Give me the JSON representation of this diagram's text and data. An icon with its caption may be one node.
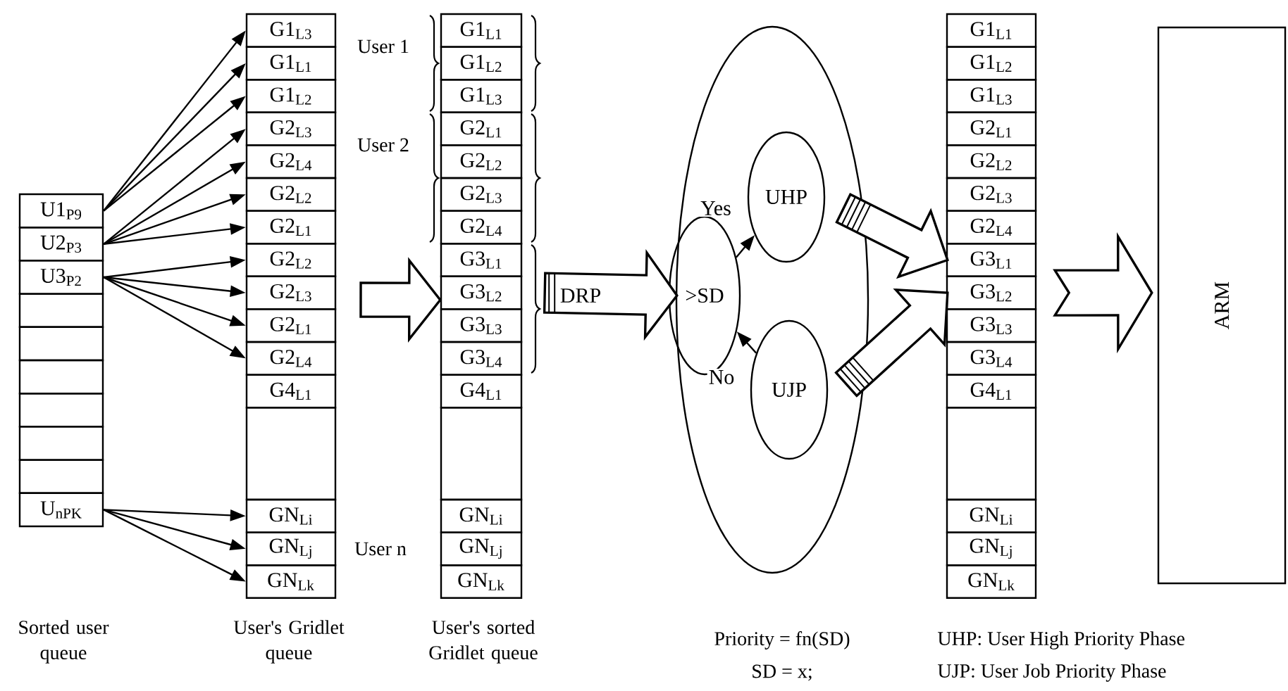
{
  "diagram": {
    "nodes": [
      {
        "text": [
          "U1$_{P9}$"
        ]
      },
      {
        "text": [
          "U2$_{P3}$"
        ]
      },
      {
        "text": [
          "U3$_{P2}$"
        ]
      },
      {
        "text": [],
        "shape": "box"
      },
      {
        "text": [],
        "shape": "box"
      },
      {
        "text": [],
        "shape": "box"
      },
      {
        "text": [],
        "shape": "box"
      },
      {
        "text": [],
        "shape": "box"
      },
      {
        "text": [],
        "shape": "box"
      },
      {
        "text": [
          "U$_{nPK}$"
        ]
      },
      {
        "text": [
          "G1$_{L3}$"
        ]
      },
      {
        "text": [
          "G1$_{L1}$"
        ]
      },
      {
        "text": [
          "G1$_{L2}$"
        ]
      },
      {
        "text": [
          "G2$_{L3}$"
        ]
      },
      {
        "text": [
          "G2$_{L4}$"
        ]
      },
      {
        "text": [
          "G2$_{L2}$"
        ]
      },
      {
        "text": [
          "G2$_{L1}$"
        ]
      },
      {
        "text": [
          "G2$_{L2}$"
        ]
      },
      {
        "text": [
          "G2$_{L3}$"
        ]
      },
      {
        "text": [
          "G2$_{L1}$"
        ]
      },
      {
        "text": [
          "G2$_{L4}$"
        ]
      },
      {
        "text": [
          "G4$_{L1}$"
        ]
      },
      {
        "text": [],
        "shape": "box"
      },
      {
        "text": [
          "GN$_{Li}$"
        ]
      },
      {
        "text": [
          "GN$_{Lj}$"
        ]
      },
      {
        "text": [
          "GN$_{Lk}$"
        ]
      },
      {
        "text": [
          "G1$_{L1}$"
        ]
      },
      {
        "text": [
          "G1$_{L2}$"
        ]
      },
      {
        "text": [
          "G1$_{L3}$"
        ]
      },
      {
        "text": [
          "G2$_{L1}$"
        ]
      },
      {
        "text": [
          "G2$_{L2}$"
        ]
      },
      {
        "text": [
          "G2$_{L3}$"
        ]
      },
      {
        "text": [
          "G2$_{L4}$"
        ]
      },
      {
        "text": [
          "G3$_{L1}$"
        ]
      },
      {
        "text": [
          "G3$_{L2}$"
        ]
      },
      {
        "text": [
          "G3$_{L3}$"
        ]
      },
      {
        "text": [
          "G3$_{L4}$"
        ]
      },
      {
        "text": [
          "G4$_{L1}$"
        ]
      },
      {
        "text": [],
        "shape": "box"
      },
      {
        "text": [
          "GN$_{Li}$"
        ]
      },
      {
        "text": [
          "GN$_{Lj}$"
        ]
      },
      {
        "text": [
          "GN$_{Lk}$"
        ]
      },
      {
        "text": [],
        "shape": "ellipse"
      },
      {
        "text": [
          ">SD"
        ],
        "in": 42
      },
      {
        "text": [
          "UHP"
        ],
        "in": 42
      },
      {
        "text": [
          "UJP"
        ],
        "in": 42
      },
      {
        "text": [
          "G1$_{L1}$"
        ]
      },
      {
        "text": [
          "G1$_{L2}$"
        ]
      },
      {
        "text": [
          "G1$_{L3}$"
        ]
      },
      {
        "text": [
          "G2$_{L1}$"
        ]
      },
      {
        "text": [
          "G2$_{L2}$"
        ]
      },
      {
        "text": [
          "G2$_{L3}$"
        ]
      },
      {
        "text": [
          "G2$_{L4}$"
        ]
      },
      {
        "text": [
          "G3$_{L1}$"
        ]
      },
      {
        "text": [
          "G3$_{L2}$"
        ]
      },
      {
        "text": [
          "G3$_{L3}$"
        ]
      },
      {
        "text": [
          "G3$_{L4}$"
        ]
      },
      {
        "text": [
          "G4$_{L1}$"
        ]
      },
      {
        "text": [],
        "shape": "box"
      },
      {
        "text": [
          "GN$_{Li}$"
        ]
      },
      {
        "text": [
          "GN$_{Lj}$"
        ]
      },
      {
        "text": [
          "GN$_{Lk}$"
        ]
      },
      {
        "text": [
          "ARM"
        ]
      }
    ],
    "edges": [
      {
        "from": 0,
        "to": 10,
        "arrow": "to"
      },
      {
        "from": 0,
        "to": 11,
        "arrow": "to"
      },
      {
        "from": 0,
        "to": 12,
        "arrow": "to"
      },
      {
        "from": 1,
        "to": 13,
        "arrow": "to"
      },
      {
        "from": 1,
        "to": 14,
        "arrow": "to"
      },
      {
        "from": 1,
        "to": 15,
        "arrow": "to"
      },
      {
        "from": 1,
        "to": 16,
        "arrow": "to"
      },
      {
        "from": 2,
        "to": 17,
        "arrow": "to"
      },
      {
        "from": 2,
        "to": 18,
        "arrow": "to"
      },
      {
        "from": 2,
        "to": 19,
        "arrow": "to"
      },
      {
        "from": 2,
        "to": 20,
        "arrow": "to"
      },
      {
        "from": 9,
        "to": 23,
        "arrow": "to"
      },
      {
        "from": 9,
        "to": 24,
        "arrow": "to"
      },
      {
        "from": 9,
        "to": 25,
        "arrow": "to"
      },
      {
        "from": null,
        "to": 33,
        "arrow": "to",
        "style": "thick"
      },
      {
        "from": 34,
        "to": 42,
        "arrow": "to",
        "label": "DRP",
        "style": "thick"
      },
      {
        "from": 43,
        "to": 44,
        "arrow": "to",
        "label": "Yes"
      },
      {
        "from": 45,
        "to": 43,
        "arrow": "to",
        "label": "No"
      },
      {
        "from": 44,
        "to": 53,
        "arrow": "to",
        "style": "thick"
      },
      {
        "from": 45,
        "to": 54,
        "arrow": "to",
        "style": "thick"
      },
      {
        "from": 54,
        "to": 62,
        "arrow": "to",
        "style": "thick"
      }
    ],
    "labels": [
      "User 1",
      "User 2",
      "User n",
      "Sorted user queue",
      "User's Gridlet queue",
      "User's sorted Gridlet queue",
      "Priority = fn(SD)",
      "SD = x;",
      "UHP: User High Priority Phase",
      "UJP: User Job Priority Phase"
    ]
  }
}
